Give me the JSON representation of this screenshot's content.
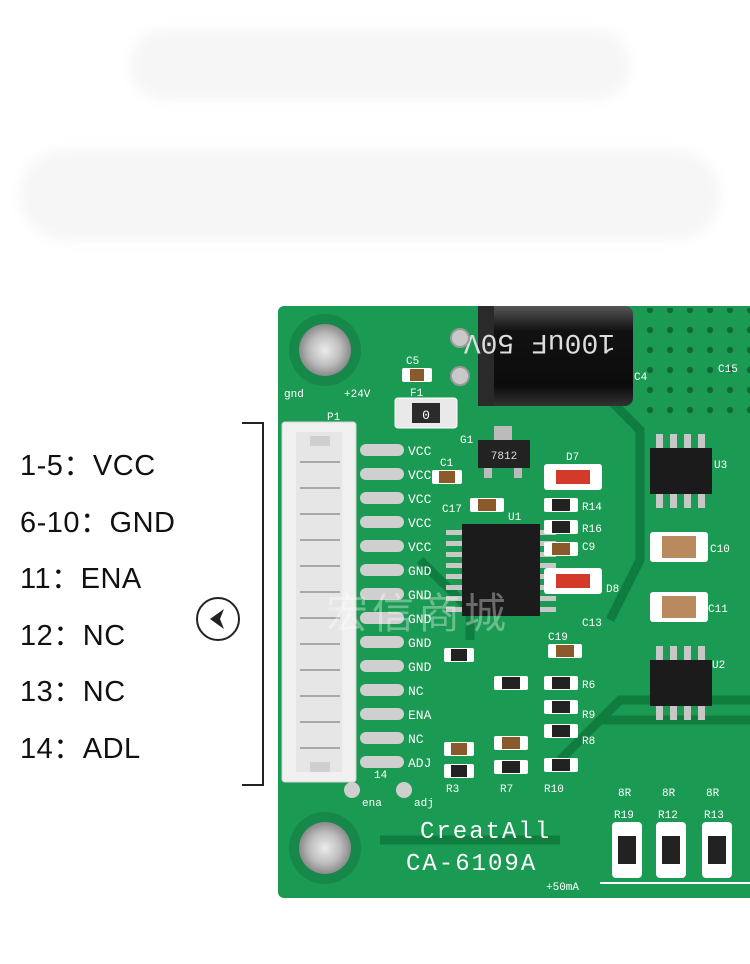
{
  "pinout": [
    {
      "range": "1-5：",
      "signal": "VCC"
    },
    {
      "range": "6-10：",
      "signal": "GND"
    },
    {
      "range": "11：",
      "signal": "ENA"
    },
    {
      "range": "12：",
      "signal": "NC"
    },
    {
      "range": "13：",
      "signal": "NC"
    },
    {
      "range": "14：",
      "signal": "ADL"
    }
  ],
  "board": {
    "brand": "CreatAll",
    "model": "CA-6109A",
    "current_note": "+50mA",
    "watermark": "宏信商城",
    "capacitor_label": "100uF 50V",
    "regulator_label": "7812",
    "connector_pins": [
      "VCC",
      "VCC",
      "VCC",
      "VCC",
      "VCC",
      "GND",
      "GND",
      "GND",
      "GND",
      "GND",
      "NC",
      "ENA",
      "NC",
      "ADJ"
    ],
    "silk": {
      "gnd": "gnd",
      "v24": "+24V",
      "p1": "P1",
      "f1": "F1",
      "c5": "C5",
      "g1": "G1",
      "c1": "C1",
      "c17": "C17",
      "u1": "U1",
      "d7": "D7",
      "d8": "D8",
      "r14": "R14",
      "r16": "R16",
      "c9": "C9",
      "c13": "C13",
      "c19": "C19",
      "r6": "R6",
      "r9": "R9",
      "r8": "R8",
      "r3": "R3",
      "r7": "R7",
      "r10": "R10",
      "u3": "U3",
      "u2": "U2",
      "c10": "C10",
      "c11": "C11",
      "c15": "C15",
      "c4": "C4",
      "ena": "ena",
      "adj": "adj",
      "r19": "R19",
      "r12": "R12",
      "r13": "R13",
      "r8r": "8R",
      "p14": "14"
    }
  },
  "colors": {
    "pcb": "#1a9a52",
    "pcb_dark": "#0f7a3e",
    "silk": "#ffffff",
    "pad": "#cfcfcf"
  }
}
